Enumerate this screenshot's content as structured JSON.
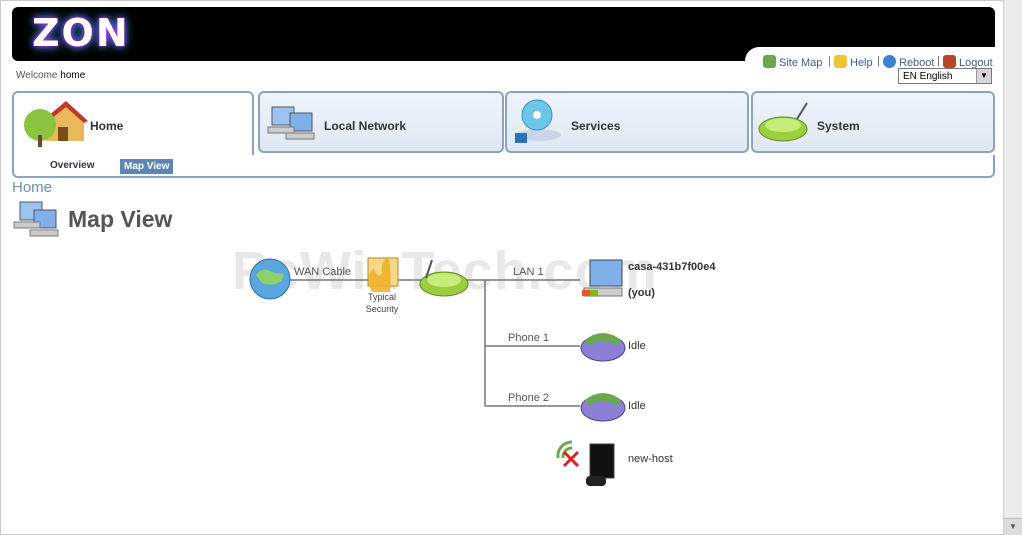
{
  "header": {
    "logo": "ZON"
  },
  "toplinks": {
    "site_map": "Site Map",
    "help": "Help",
    "reboot": "Reboot",
    "logout": "Logout",
    "sep": "|"
  },
  "welcome": {
    "prefix": "Welcome",
    "user": "home"
  },
  "language": {
    "selected": "EN English"
  },
  "tabs": [
    {
      "label": "Home"
    },
    {
      "label": "Local Network"
    },
    {
      "label": "Services"
    },
    {
      "label": "System"
    }
  ],
  "subtabs": [
    {
      "label": "Overview"
    },
    {
      "label": "Map View"
    }
  ],
  "breadcrumb": "Home",
  "page_title": "Map View",
  "watermark": "PcWinTech.com",
  "map": {
    "wan_label": "WAN Cable",
    "security_label_1": "Typical",
    "security_label_2": "Security",
    "lan_label": "LAN 1",
    "phone1_label": "Phone 1",
    "phone2_label": "Phone 2",
    "pc_name": "casa-431b7f00e4",
    "pc_sub": "(you)",
    "phone1_status": "Idle",
    "phone2_status": "Idle",
    "host_name": "new-host"
  }
}
